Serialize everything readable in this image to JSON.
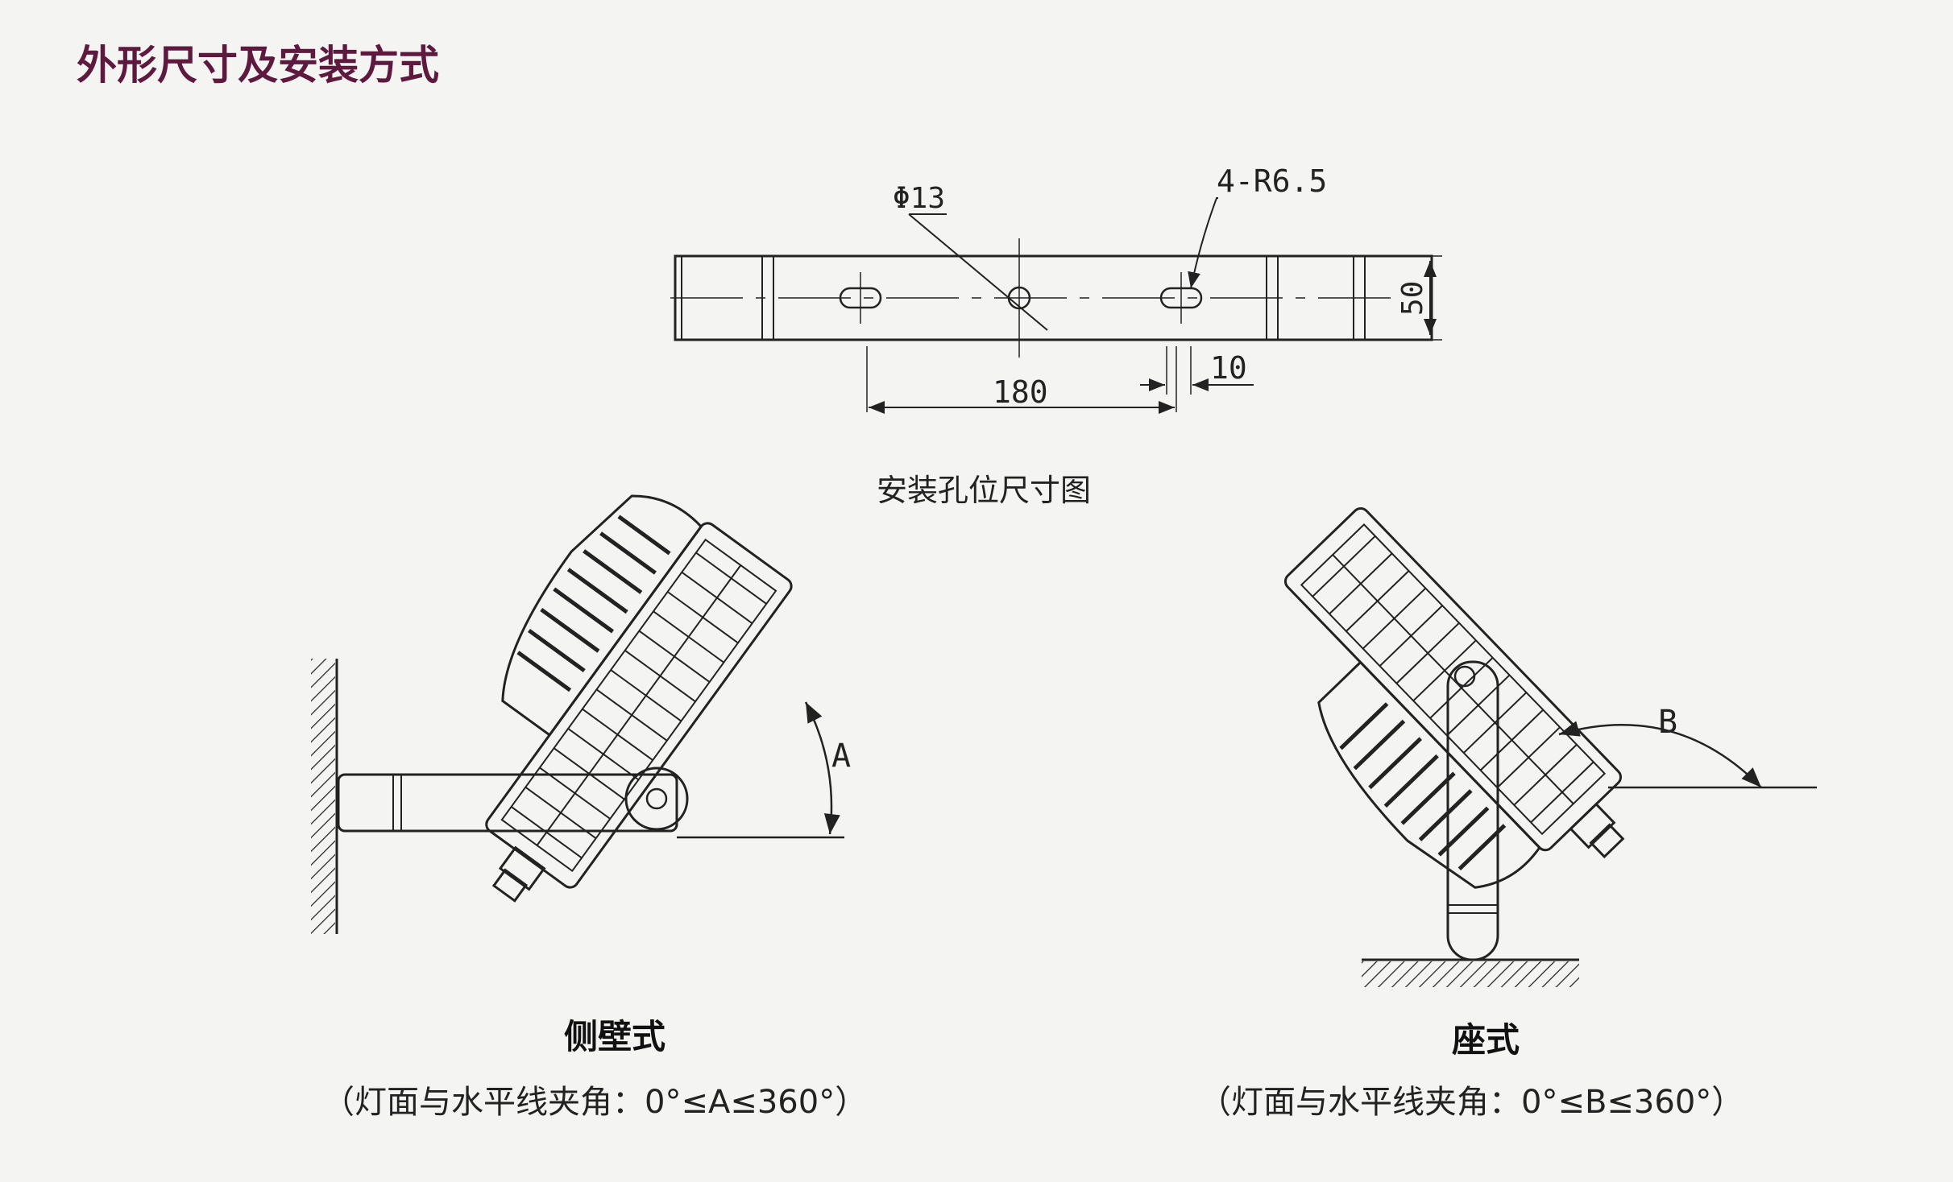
{
  "header": {
    "title": "外形尺寸及安装方式"
  },
  "hole_drawing": {
    "dim_diameter": "Φ13",
    "dim_slot": "4-R6.5",
    "dim_height": "50",
    "dim_spacing": "180",
    "dim_slot_width": "10",
    "caption": "安装孔位尺寸图"
  },
  "wall_mount": {
    "angle_label": "A",
    "name": "侧壁式",
    "note": "（灯面与水平线夹角：0°≤A≤360°）"
  },
  "seat_mount": {
    "angle_label": "B",
    "name": "座式",
    "note": "（灯面与水平线夹角：0°≤B≤360°）"
  },
  "colors": {
    "title": "#5e1a3e",
    "line": "#222222",
    "background": "#f4f4f2"
  }
}
